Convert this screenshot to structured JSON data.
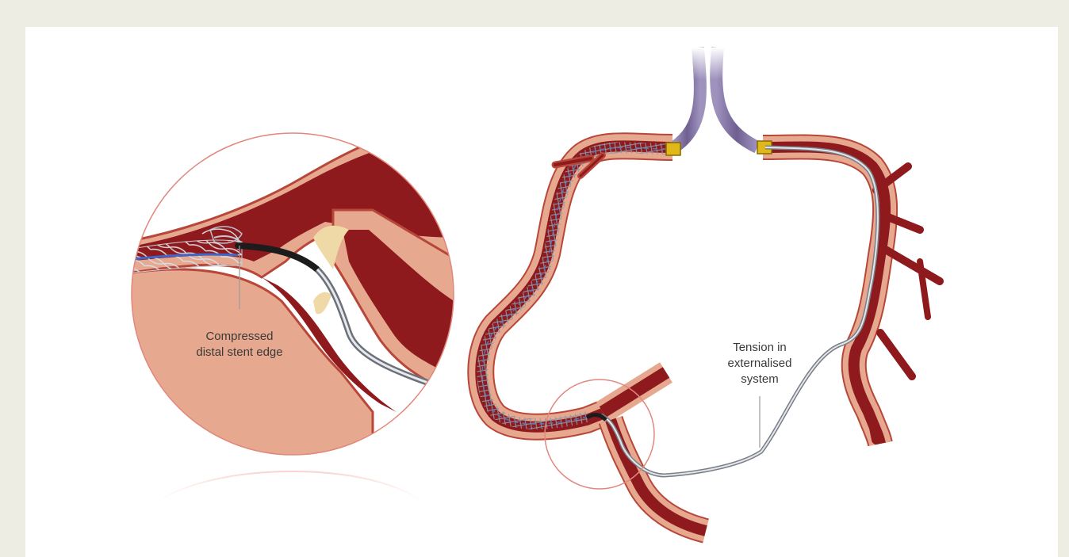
{
  "figure": {
    "inset_label": {
      "line1": "Compressed",
      "line2": "distal stent edge"
    },
    "main_label": {
      "line1": "Tension in",
      "line2": "externalised",
      "line3": "system"
    },
    "colors": {
      "background": "#eeede3",
      "panel": "#ffffff",
      "vessel_lumen": "#8f1a1d",
      "vessel_wall": "#e6a88f",
      "vessel_outline": "#b8473a",
      "plaque": "#efd9a6",
      "sheath": "#7d6d9c",
      "connector": "#e0b81a",
      "stent_mesh": "#9aa4b4",
      "stent_core": "#4a6fc2",
      "wire": "#c9cdd3",
      "catheter_tip": "#1c1c1c",
      "magnifier_ring": "#e2877c",
      "leader_line": "#9a9a9a"
    }
  }
}
